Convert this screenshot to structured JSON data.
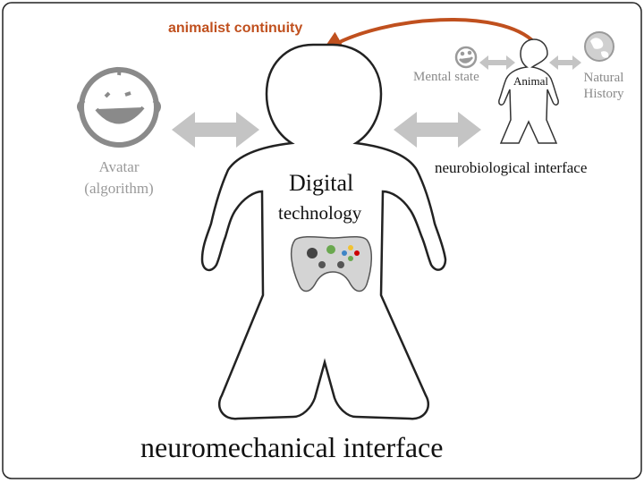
{
  "labels": {
    "animalist_continuity": "animalist continuity",
    "avatar_line1": "Avatar",
    "avatar_line2": "(algorithm)",
    "mental_state": "Mental state",
    "animal": "Animal",
    "natural_line1": "Natural",
    "natural_line2": "History",
    "neurobiological_interface": "neurobiological interface",
    "digital": "Digital",
    "technology": "technology",
    "neuromechanical_interface": "neuromechanical interface"
  },
  "colors": {
    "accent": "#c0501e",
    "arrow_gray": "#c4c4c4",
    "muted_text": "#9a9a9a",
    "outline": "#111111"
  },
  "icons": [
    "face-icon",
    "game-controller-icon",
    "globe-icon",
    "small-face-icon",
    "double-arrow-icon"
  ]
}
